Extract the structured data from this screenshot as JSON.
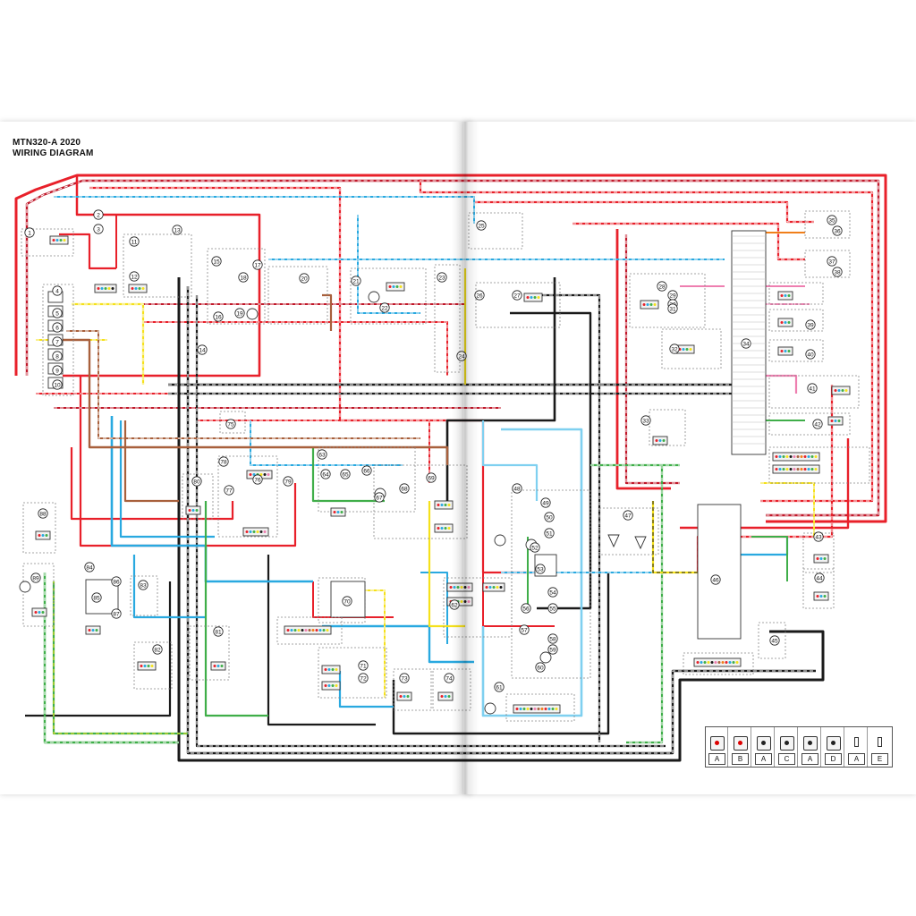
{
  "document": {
    "title_line1": "MTN320-A 2020",
    "title_line2": "WIRING DIAGRAM"
  },
  "components": [
    {
      "id": "1"
    },
    {
      "id": "2"
    },
    {
      "id": "3"
    },
    {
      "id": "4"
    },
    {
      "id": "5"
    },
    {
      "id": "6"
    },
    {
      "id": "7"
    },
    {
      "id": "8"
    },
    {
      "id": "9"
    },
    {
      "id": "10"
    },
    {
      "id": "11"
    },
    {
      "id": "12"
    },
    {
      "id": "13"
    },
    {
      "id": "14"
    },
    {
      "id": "15"
    },
    {
      "id": "16"
    },
    {
      "id": "17"
    },
    {
      "id": "18"
    },
    {
      "id": "19"
    },
    {
      "id": "20"
    },
    {
      "id": "21"
    },
    {
      "id": "22"
    },
    {
      "id": "23"
    },
    {
      "id": "24"
    },
    {
      "id": "25"
    },
    {
      "id": "26"
    },
    {
      "id": "27"
    },
    {
      "id": "28"
    },
    {
      "id": "29"
    },
    {
      "id": "30"
    },
    {
      "id": "31"
    },
    {
      "id": "32"
    },
    {
      "id": "33"
    },
    {
      "id": "34"
    },
    {
      "id": "35"
    },
    {
      "id": "36"
    },
    {
      "id": "37"
    },
    {
      "id": "38"
    },
    {
      "id": "39"
    },
    {
      "id": "40"
    },
    {
      "id": "41"
    },
    {
      "id": "42"
    },
    {
      "id": "43"
    },
    {
      "id": "44"
    },
    {
      "id": "45"
    },
    {
      "id": "46"
    },
    {
      "id": "47"
    },
    {
      "id": "48"
    },
    {
      "id": "49"
    },
    {
      "id": "50"
    },
    {
      "id": "51"
    },
    {
      "id": "52"
    },
    {
      "id": "53"
    },
    {
      "id": "54"
    },
    {
      "id": "55"
    },
    {
      "id": "56"
    },
    {
      "id": "57"
    },
    {
      "id": "58"
    },
    {
      "id": "59"
    },
    {
      "id": "60"
    },
    {
      "id": "61"
    },
    {
      "id": "62"
    },
    {
      "id": "63"
    },
    {
      "id": "64"
    },
    {
      "id": "65"
    },
    {
      "id": "66"
    },
    {
      "id": "67"
    },
    {
      "id": "68"
    },
    {
      "id": "69"
    },
    {
      "id": "70"
    },
    {
      "id": "71"
    },
    {
      "id": "72"
    },
    {
      "id": "73"
    },
    {
      "id": "74"
    },
    {
      "id": "75"
    },
    {
      "id": "76"
    },
    {
      "id": "77"
    },
    {
      "id": "78"
    },
    {
      "id": "79"
    },
    {
      "id": "80"
    },
    {
      "id": "81"
    },
    {
      "id": "82"
    },
    {
      "id": "83"
    },
    {
      "id": "84"
    },
    {
      "id": "85"
    },
    {
      "id": "86"
    },
    {
      "id": "87"
    },
    {
      "id": "88"
    },
    {
      "id": "89"
    }
  ],
  "legend": {
    "letters": [
      "A",
      "B",
      "A",
      "C",
      "A",
      "D",
      "A",
      "E"
    ]
  },
  "colors": {
    "red": "#e8202a",
    "dark_red": "#c0182a",
    "black": "#1a1a1a",
    "light_blue": "#29a9e0",
    "sky_blue": "#7fd0f0",
    "green": "#3fae49",
    "yellow": "#f5e11c",
    "brown": "#a8603c",
    "orange": "#f07f1a",
    "pink": "#ee7fb0",
    "gray": "#9a9a9a",
    "white_dash": "#ffffff"
  }
}
